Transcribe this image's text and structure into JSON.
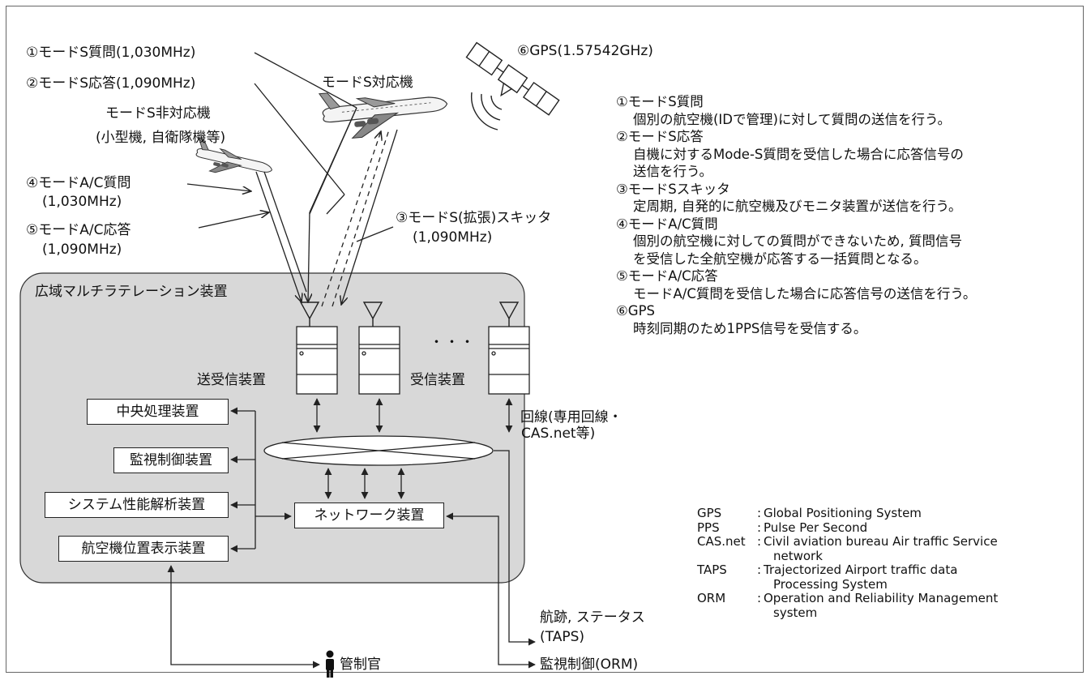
{
  "labels": {
    "mode_s_interrogation": "①モードS質問(1,030MHz)",
    "mode_s_reply": "②モードS応答(1,090MHz)",
    "non_mode_s_aircraft_1": "モードS非対応機",
    "non_mode_s_aircraft_2": "(小型機, 自衛隊機等)",
    "mode_s_aircraft": "モードS対応機",
    "gps": "⑥GPS(1.57542GHz)",
    "mode_ac_interrogation_1": "④モードA/C質問",
    "mode_ac_interrogation_2": "(1,030MHz)",
    "mode_ac_reply_1": "⑤モードA/C応答",
    "mode_ac_reply_2": "(1,090MHz)",
    "squitter_1": "③モードS(拡張)スキッタ",
    "squitter_2": "(1,090MHz)",
    "system_title": "広域マルチラテレーション装置",
    "transceiver": "送受信装置",
    "receiver": "受信装置",
    "ellipsis": "・・・",
    "line_1": "回線(専用回線・",
    "line_2": "CAS.net等)",
    "track_1": "航跡, ステータス",
    "track_2": "(TAPS)",
    "controller": "管制官",
    "monitor_control": "監視制御(ORM)"
  },
  "boxes": {
    "central": "中央処理装置",
    "monitor": "監視制御装置",
    "analysis": "システム性能解析装置",
    "display": "航空機位置表示装置",
    "network": "ネットワーク装置"
  },
  "explanations": [
    {
      "title": "①モードS質問",
      "lines": [
        "個別の航空機(IDで管理)に対して質問の送信を行う。"
      ]
    },
    {
      "title": "②モードS応答",
      "lines": [
        "自機に対するMode-S質問を受信した場合に応答信号の",
        "送信を行う。"
      ]
    },
    {
      "title": "③モードSスキッタ",
      "lines": [
        "定周期, 自発的に航空機及びモニタ装置が送信を行う。"
      ]
    },
    {
      "title": "④モードA/C質問",
      "lines": [
        "個別の航空機に対しての質問ができないため, 質問信号",
        "を受信した全航空機が応答する一括質問となる。"
      ]
    },
    {
      "title": "⑤モードA/C応答",
      "lines": [
        "モードA/C質問を受信した場合に応答信号の送信を行う。"
      ]
    },
    {
      "title": "⑥GPS",
      "lines": [
        "時刻同期のため1PPS信号を受信する。"
      ]
    }
  ],
  "legend": [
    {
      "abbr": "GPS",
      "desc": [
        "Global Positioning System"
      ]
    },
    {
      "abbr": "PPS",
      "desc": [
        "Pulse Per Second"
      ]
    },
    {
      "abbr": "CAS.net",
      "desc": [
        "Civil aviation bureau Air traffic Service",
        "network"
      ]
    },
    {
      "abbr": "TAPS",
      "desc": [
        "Trajectorized Airport traffic data",
        "Processing System"
      ]
    },
    {
      "abbr": "ORM",
      "desc": [
        "Operation and Reliability Management",
        "system"
      ]
    }
  ],
  "legend_separator": ":",
  "icons": [
    "aircraft-icon",
    "satellite-icon",
    "antenna-icon",
    "equipment-cabinet-icon",
    "network-cloud-icon",
    "person-icon"
  ],
  "colors": {
    "system_fill": "#d8d8d8",
    "line": "#222222",
    "frame": "#666666"
  }
}
